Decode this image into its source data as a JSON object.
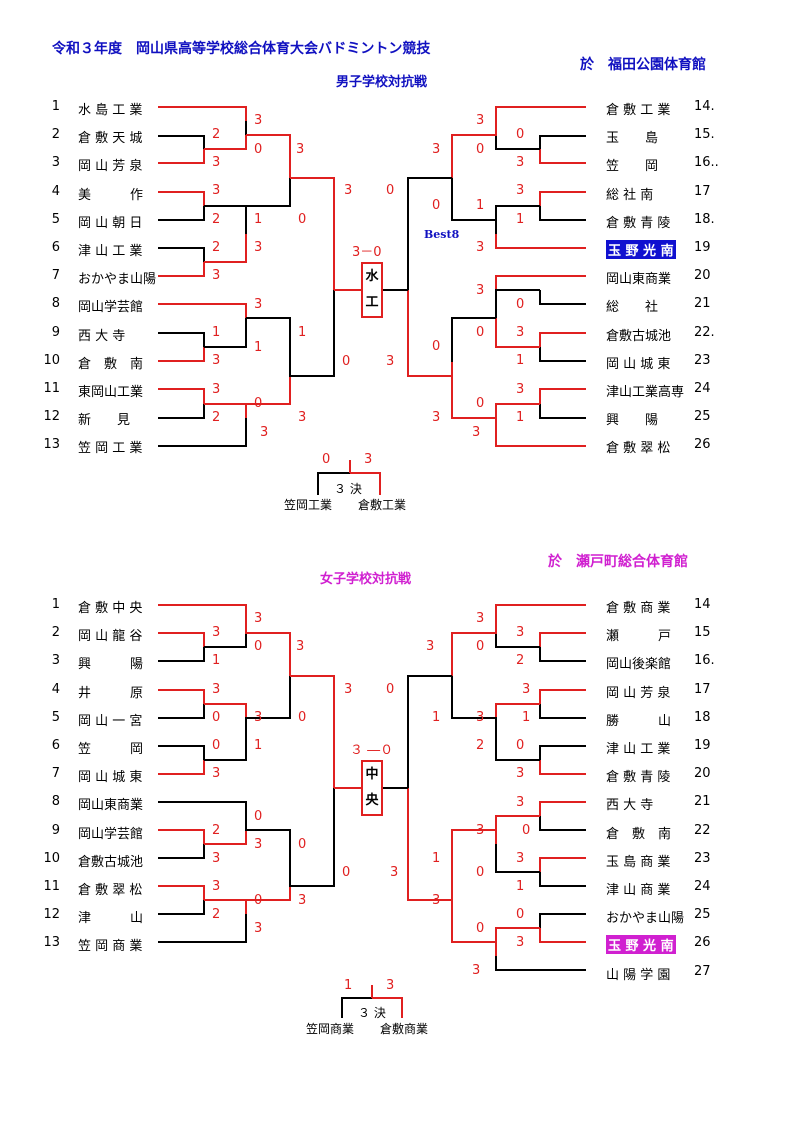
{
  "header": {
    "title": "令和３年度　岡山県高等学校総合体育大会バドミントン競技"
  },
  "boys": {
    "venue": "於　福田公園体育館",
    "subtitle": "男子学校対抗戦",
    "left_teams": [
      {
        "num": "1",
        "name": "水 島 工 業"
      },
      {
        "num": "2",
        "name": "倉 敷 天 城"
      },
      {
        "num": "3",
        "name": "岡 山 芳 泉"
      },
      {
        "num": "4",
        "name": "美　　　作"
      },
      {
        "num": "5",
        "name": "岡 山 朝 日"
      },
      {
        "num": "6",
        "name": "津 山 工 業"
      },
      {
        "num": "7",
        "name": "おかやま山陽"
      },
      {
        "num": "8",
        "name": "岡山学芸館"
      },
      {
        "num": "9",
        "name": "西 大 寺"
      },
      {
        "num": "10",
        "name": "倉　敷　南"
      },
      {
        "num": "11",
        "name": "東岡山工業"
      },
      {
        "num": "12",
        "name": "新　　見"
      },
      {
        "num": "13",
        "name": "笠 岡 工 業"
      }
    ],
    "right_teams": [
      {
        "num": "14.",
        "name": "倉 敷 工 業"
      },
      {
        "num": "15.",
        "name": "玉　　島"
      },
      {
        "num": "16..",
        "name": "笠　　岡"
      },
      {
        "num": "17",
        "name": "総 社 南"
      },
      {
        "num": "18.",
        "name": "倉 敷 青 陵"
      },
      {
        "num": "19",
        "name": "玉 野 光 南"
      },
      {
        "num": "20",
        "name": "岡山東商業"
      },
      {
        "num": "21",
        "name": "総　　社"
      },
      {
        "num": "22.",
        "name": "倉敷古城池"
      },
      {
        "num": "23",
        "name": "岡 山 城 東"
      },
      {
        "num": "24",
        "name": "津山工業高専"
      },
      {
        "num": "25",
        "name": "興　　陽"
      },
      {
        "num": "26",
        "name": "倉 敷 翠 松"
      }
    ],
    "best8_label": "Best8",
    "final_score": "3－0",
    "champion_chars": [
      "水",
      "工"
    ],
    "third_place": {
      "label": "３ 決",
      "left_team": "笠岡工業",
      "right_team": "倉敷工業",
      "left_score": "0",
      "right_score": "3"
    }
  },
  "girls": {
    "venue": "於　瀬戸町総合体育館",
    "subtitle": "女子学校対抗戦",
    "left_teams": [
      {
        "num": "1",
        "name": "倉 敷 中 央"
      },
      {
        "num": "2",
        "name": "岡 山 龍 谷"
      },
      {
        "num": "3",
        "name": "興　　　陽"
      },
      {
        "num": "4",
        "name": "井　　　原"
      },
      {
        "num": "5",
        "name": "岡 山 一 宮"
      },
      {
        "num": "6",
        "name": "笠　　　岡"
      },
      {
        "num": "7",
        "name": "岡 山 城 東"
      },
      {
        "num": "8",
        "name": "岡山東商業"
      },
      {
        "num": "9",
        "name": "岡山学芸館"
      },
      {
        "num": "10",
        "name": "倉敷古城池"
      },
      {
        "num": "11",
        "name": "倉 敷 翠 松"
      },
      {
        "num": "12",
        "name": "津　　　山"
      },
      {
        "num": "13",
        "name": "笠 岡 商 業"
      }
    ],
    "right_teams": [
      {
        "num": "14",
        "name": "倉 敷 商 業"
      },
      {
        "num": "15",
        "name": "瀬　　　戸"
      },
      {
        "num": "16.",
        "name": "岡山後楽館"
      },
      {
        "num": "17",
        "name": "岡 山 芳 泉"
      },
      {
        "num": "18",
        "name": "勝　　　山"
      },
      {
        "num": "19",
        "name": "津 山 工 業"
      },
      {
        "num": "20",
        "name": "倉 敷 青 陵"
      },
      {
        "num": "21",
        "name": "西 大 寺"
      },
      {
        "num": "22",
        "name": "倉　敷　南"
      },
      {
        "num": "23",
        "name": "玉 島 商 業"
      },
      {
        "num": "24",
        "name": "津 山 商 業"
      },
      {
        "num": "25",
        "name": "おかやま山陽"
      },
      {
        "num": "26",
        "name": "玉 野 光 南"
      },
      {
        "num": "27",
        "name": "山 陽 学 園"
      }
    ],
    "final_score": "３ ―０",
    "champion_chars": [
      "中",
      "央"
    ],
    "third_place": {
      "label": "３ 決",
      "left_team": "笠岡商業",
      "right_team": "倉敷商業",
      "left_score": "1",
      "right_score": "3"
    }
  },
  "colors": {
    "title": "#1010c0",
    "girls_venue": "#d020d0",
    "winner_line": "#e02020",
    "highlight_boys": "#1010d0",
    "highlight_girls": "#d020d0"
  }
}
